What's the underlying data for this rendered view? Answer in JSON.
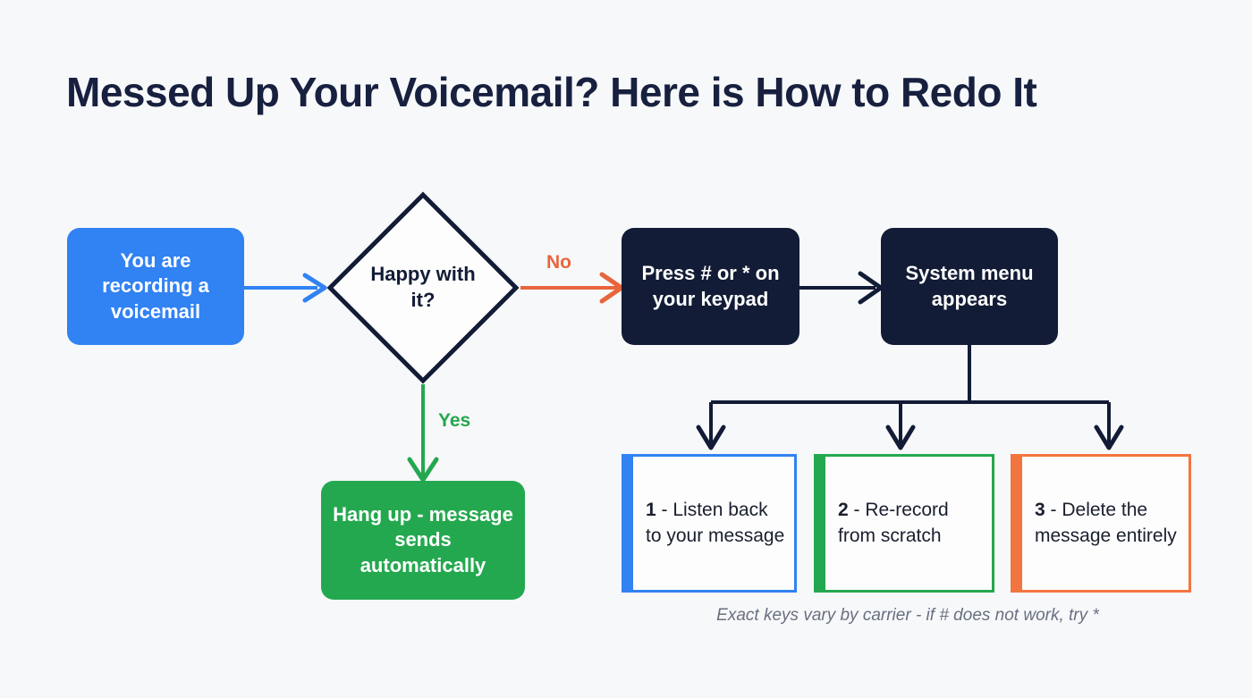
{
  "page": {
    "title": "Messed Up Your Voicemail? Here is How to Redo It",
    "background_color": "#f7f8fa",
    "footnote": "Exact keys vary by carrier - if # does not work, try *"
  },
  "colors": {
    "blue": "#3182f2",
    "green": "#24a84f",
    "orange": "#e8653c",
    "card_orange": "#f2753f",
    "dark": "#131c36",
    "title": "#18203f",
    "footnote": "#68707f"
  },
  "diagram": {
    "type": "flowchart",
    "nodes": {
      "start": {
        "label": "You are recording a voicemail",
        "shape": "rounded-rect",
        "fill": "#3182f2"
      },
      "decision": {
        "label": "Happy with it?",
        "shape": "diamond",
        "fill": "#ffffff",
        "stroke": "#131c36"
      },
      "hangup": {
        "label": "Hang up - message sends automatically",
        "shape": "rounded-rect",
        "fill": "#24a84f"
      },
      "press": {
        "label": "Press # or * on your keypad",
        "shape": "rounded-rect",
        "fill": "#131c36"
      },
      "menu": {
        "label": "System menu appears",
        "shape": "rounded-rect",
        "fill": "#131c36"
      }
    },
    "edges": [
      {
        "from": "start",
        "to": "decision",
        "label": "",
        "color": "#3182f2"
      },
      {
        "from": "decision",
        "to": "press",
        "label": "No",
        "color": "#e8653c"
      },
      {
        "from": "decision",
        "to": "hangup",
        "label": "Yes",
        "color": "#24a84f"
      },
      {
        "from": "press",
        "to": "menu",
        "label": "",
        "color": "#131c36"
      },
      {
        "from": "menu",
        "to": "card-1",
        "label": "",
        "color": "#131c36"
      },
      {
        "from": "menu",
        "to": "card-2",
        "label": "",
        "color": "#131c36"
      },
      {
        "from": "menu",
        "to": "card-3",
        "label": "",
        "color": "#131c36"
      }
    ],
    "options": [
      {
        "number": "1",
        "separator": " - ",
        "text": "Listen back to your message",
        "accent": "#3182f2"
      },
      {
        "number": "2",
        "separator": " - ",
        "text": "Re-record from scratch",
        "accent": "#24a84f"
      },
      {
        "number": "3",
        "separator": " - ",
        "text": "Delete the message entirely",
        "accent": "#f2753f"
      }
    ]
  }
}
